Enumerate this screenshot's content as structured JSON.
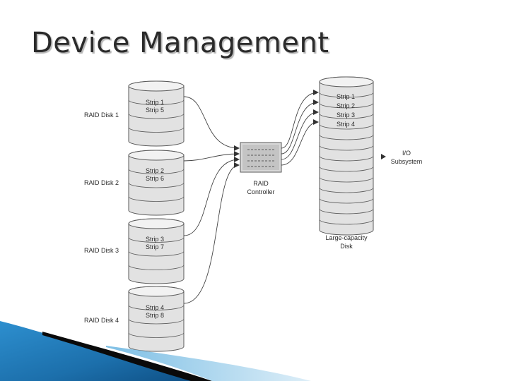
{
  "slide": {
    "title": "Device Management"
  },
  "raid_disks": [
    {
      "label": "RAID Disk 1",
      "strips": [
        "Strip 1",
        "Strip 5"
      ]
    },
    {
      "label": "RAID Disk 2",
      "strips": [
        "Strip 2",
        "Strip 6"
      ]
    },
    {
      "label": "RAID Disk 3",
      "strips": [
        "Strip 3",
        "Strip 7"
      ]
    },
    {
      "label": "RAID Disk 4",
      "strips": [
        "Strip 4",
        "Strip 8"
      ]
    }
  ],
  "controller": {
    "line1": "RAID",
    "line2": "Controller"
  },
  "large_disk": {
    "strips": [
      "Strip 1",
      "Strip 2",
      "Strip 3",
      "Strip 4"
    ],
    "line1": "Large-capacity",
    "line2": "Disk"
  },
  "io": {
    "line1": "I/O",
    "line2": "Subsystem"
  },
  "colors": {
    "disk_fill": "#e2e2e2",
    "disk_stroke": "#5a5a5a",
    "corner_blue": "#1c78b8"
  }
}
